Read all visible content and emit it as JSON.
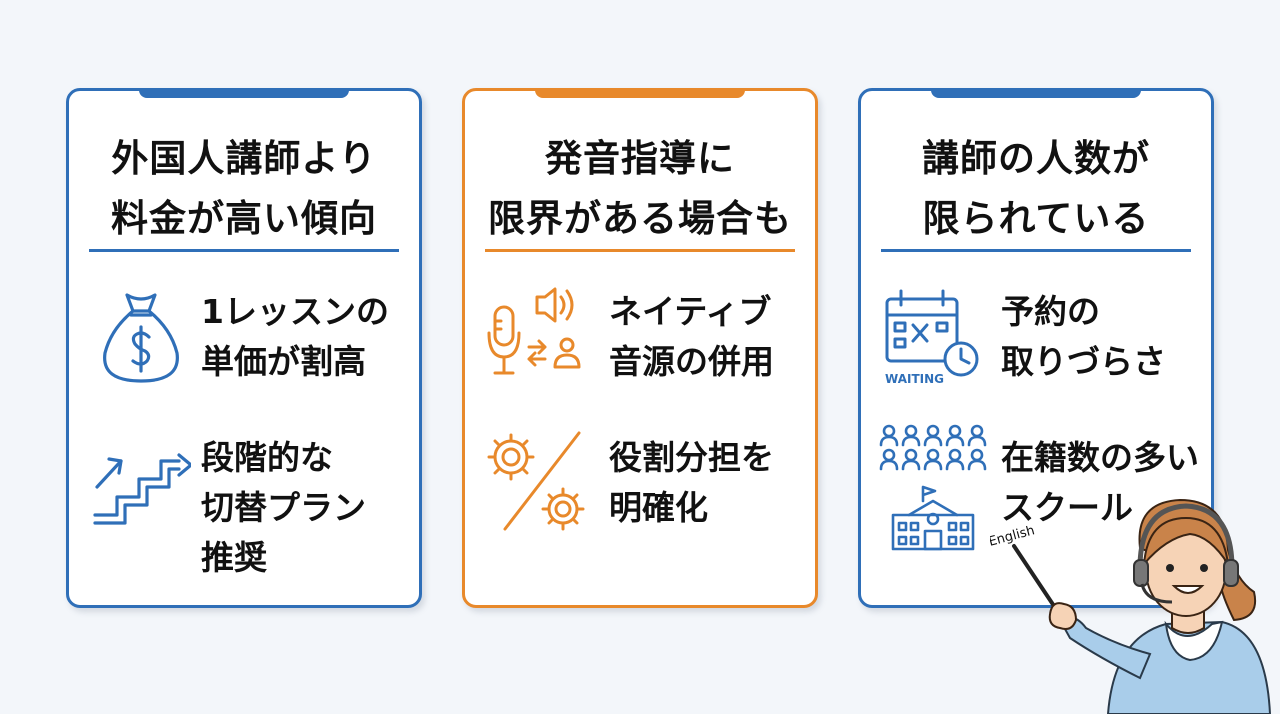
{
  "colors": {
    "blue": "#2f6fb8",
    "orange": "#e8892b"
  },
  "cards": [
    {
      "accent": "blue",
      "title": [
        "外国人講師より",
        "料金が高い傾向"
      ],
      "items": [
        {
          "icon": "money-bag-icon",
          "lines": [
            "1レッスンの",
            "単価が割高"
          ]
        },
        {
          "icon": "rising-stairs-arrow-icon",
          "lines": [
            "段階的な",
            "切替プラン",
            "推奨"
          ]
        }
      ]
    },
    {
      "accent": "orange",
      "title": [
        "発音指導に",
        "限界がある場合も"
      ],
      "items": [
        {
          "icon": "microphone-audio-exchange-icon",
          "lines": [
            "ネイティブ",
            "音源の併用"
          ]
        },
        {
          "icon": "gears-division-icon",
          "lines": [
            "役割分担を",
            "明確化"
          ]
        }
      ]
    },
    {
      "accent": "blue",
      "title": [
        "講師の人数が",
        "限られている"
      ],
      "items": [
        {
          "icon": "calendar-waiting-icon",
          "icon_label": "WAITING",
          "lines": [
            "予約の",
            "取りづらさ"
          ]
        },
        {
          "icon": "crowd-school-icon",
          "lines": [
            "在籍数の多い",
            "スクール"
          ]
        }
      ]
    }
  ],
  "illustration": {
    "icon": "teacher-with-headset-and-pointer",
    "sign_text": "English"
  }
}
